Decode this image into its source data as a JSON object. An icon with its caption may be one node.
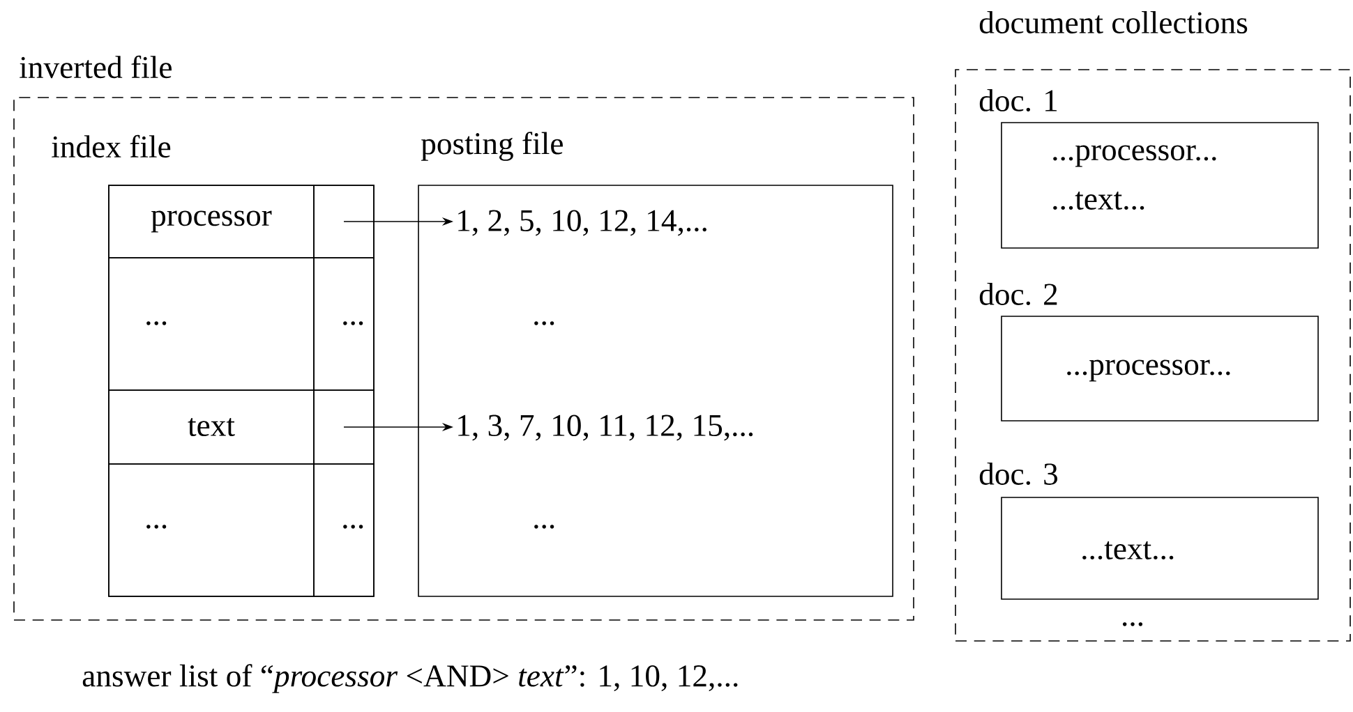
{
  "diagram": {
    "nodes": [
      {
        "text": [
          "inverted file"
        ]
      },
      {
        "text": [
          "index file"
        ],
        "in": 0
      },
      {
        "text": [
          "processor"
        ],
        "in": 1
      },
      {
        "text": [],
        "shape": "box",
        "in": 1
      },
      {
        "text": [
          "..."
        ],
        "in": 1
      },
      {
        "text": [
          "..."
        ],
        "in": 1
      },
      {
        "text": [
          "text"
        ],
        "in": 1
      },
      {
        "text": [],
        "shape": "box",
        "in": 1
      },
      {
        "text": [
          "..."
        ],
        "in": 1
      },
      {
        "text": [
          "..."
        ],
        "in": 1
      },
      {
        "text": [
          "posting file"
        ],
        "in": 0
      },
      {
        "text": [
          "1, 2, 5, 10, 12, 14,..."
        ],
        "in": 10
      },
      {
        "text": [
          "..."
        ],
        "in": 10
      },
      {
        "text": [
          "1, 3, 7, 10, 11, 12, 15,..."
        ],
        "in": 10
      },
      {
        "text": [
          "..."
        ],
        "in": 10
      },
      {
        "text": [
          "document collections"
        ]
      },
      {
        "text": [
          "doc. 1",
          "...processor...",
          "...text..."
        ],
        "in": 15
      },
      {
        "text": [
          "doc. 2",
          "...processor..."
        ],
        "in": 15
      },
      {
        "text": [
          "doc. 3",
          "...text..."
        ],
        "in": 15
      }
    ],
    "edges": [
      {
        "from": 3,
        "to": 11,
        "arrow": "to"
      },
      {
        "from": 7,
        "to": 13,
        "arrow": "to"
      }
    ],
    "labels": [
      "...",
      "answer list of “*processor* <AND> *text*”: 1, 10, 12,..."
    ]
  }
}
